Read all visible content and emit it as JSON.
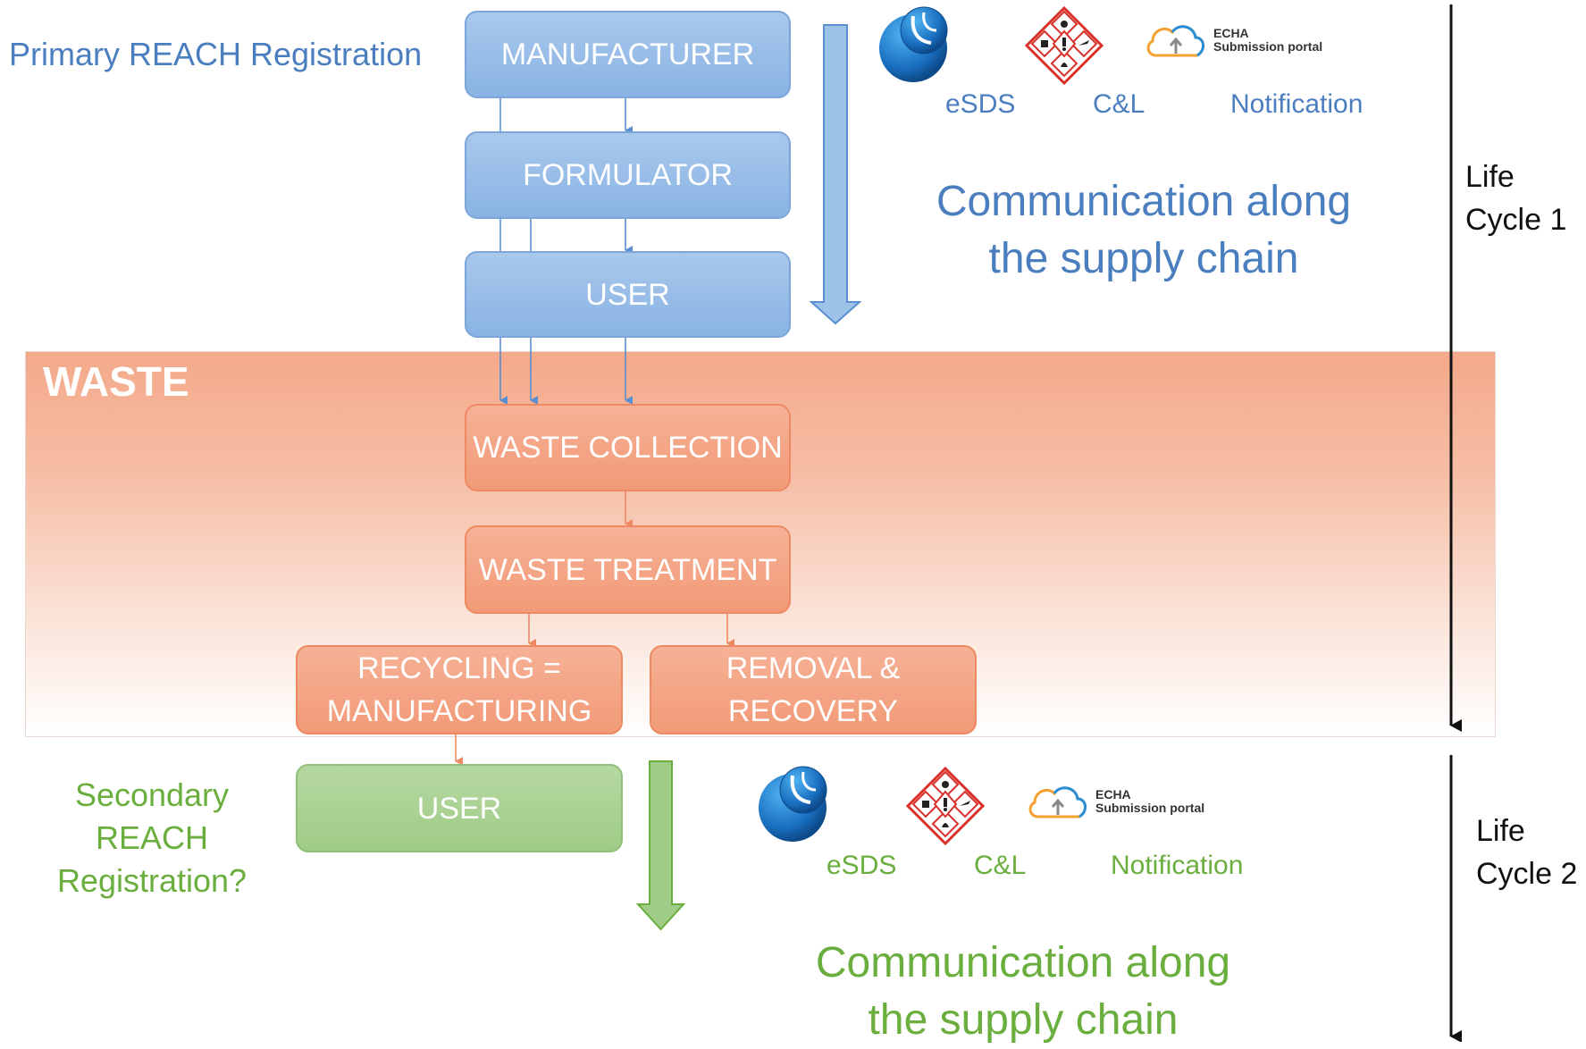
{
  "top_section": {
    "left_label": "Primary REACH Registration",
    "boxes": {
      "manufacturer": "MANUFACTURER",
      "formulator": "FORMULATOR",
      "user": "USER"
    },
    "icon_labels": [
      "eSDS",
      "C&L",
      "Notification"
    ],
    "portal_logo": {
      "line1": "ECHA",
      "line2": "Submission portal"
    },
    "communication": {
      "line1": "Communication along",
      "line2": "the supply chain"
    },
    "life_cycle": {
      "line1": "Life",
      "line2": "Cycle 1"
    }
  },
  "waste_section": {
    "title": "WASTE",
    "boxes": {
      "collection": "WASTE COLLECTION",
      "treatment": "WASTE TREATMENT",
      "recycling": {
        "line1": "RECYCLING =",
        "line2": "MANUFACTURING"
      },
      "removal": {
        "line1": "REMOVAL &",
        "line2": "RECOVERY"
      }
    }
  },
  "bottom_section": {
    "left_label": {
      "line1": "Secondary",
      "line2": "REACH",
      "line3": "Registration?"
    },
    "user_box": "USER",
    "icon_labels": [
      "eSDS",
      "C&L",
      "Notification"
    ],
    "portal_logo": {
      "line1": "ECHA",
      "line2": "Submission portal"
    },
    "communication": {
      "line1": "Communication along",
      "line2": "the supply chain"
    },
    "life_cycle": {
      "line1": "Life",
      "line2": "Cycle 2"
    }
  },
  "colors": {
    "blue": "#4a7ebf",
    "green": "#6aae3e",
    "orange": "#ee8a63",
    "arrow_blue": "#5b8fcf",
    "arrow_orange": "#ee8a63"
  }
}
